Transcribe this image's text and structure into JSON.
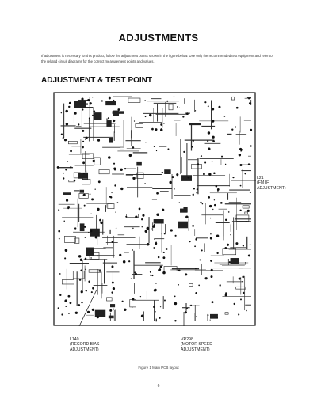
{
  "page": {
    "title": "ADJUSTMENTS",
    "intro": "If adjustment is necessary for this product, follow the adjustment points shown in the figure below. Use only the recommended test equipment and refer to the related circuit diagrams for the correct measurement points and values.",
    "section_heading": "ADJUSTMENT & TEST POINT"
  },
  "callouts": [
    {
      "code": "L21",
      "line1": "(FM IF",
      "line2": "ADJUSTMENT)"
    },
    {
      "code": "L140",
      "line1": "(RECORD BIAS",
      "line2": "ADJUSTMENT)"
    },
    {
      "code": "VR298",
      "line1": "(MOTOR SPEED",
      "line2": "ADJUSTMENT)"
    }
  ],
  "figure": {
    "caption": "Figure 1  Main PCB layout"
  },
  "footer": {
    "page_number": "6"
  }
}
